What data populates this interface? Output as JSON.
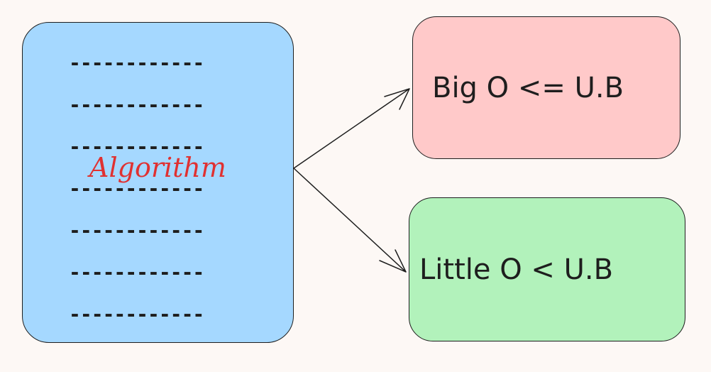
{
  "algorithm_box": {
    "label": "Algorithm",
    "lines": [
      "------------",
      "------------",
      "------------",
      "------------",
      "------------",
      "------------",
      "------------"
    ]
  },
  "big_o_box": {
    "label": "Big O <= U.B"
  },
  "little_o_box": {
    "label": "Little O < U.B"
  },
  "colors": {
    "background": "#fdf8f5",
    "algorithm_fill": "#a5d8ff",
    "big_o_fill": "#ffc9c9",
    "little_o_fill": "#b2f2bb",
    "algorithm_label": "#e03131",
    "stroke": "#1e1e1e"
  }
}
